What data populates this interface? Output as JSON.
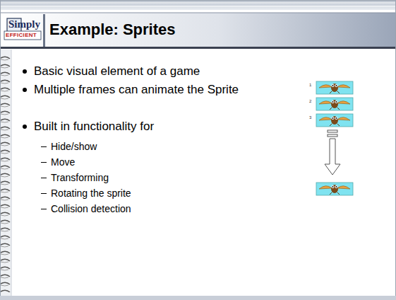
{
  "diagram": {
    "title": "Example: Sprites",
    "labels": [
      "Simply",
      "EFFICIENT",
      "Basic visual element of a game",
      "Multiple frames can animate the Sprite",
      "Built in functionality for",
      "Hide/show",
      "Move",
      "Transforming",
      "Rotating the sprite",
      "Collision detection",
      "1",
      "2",
      "3"
    ]
  }
}
